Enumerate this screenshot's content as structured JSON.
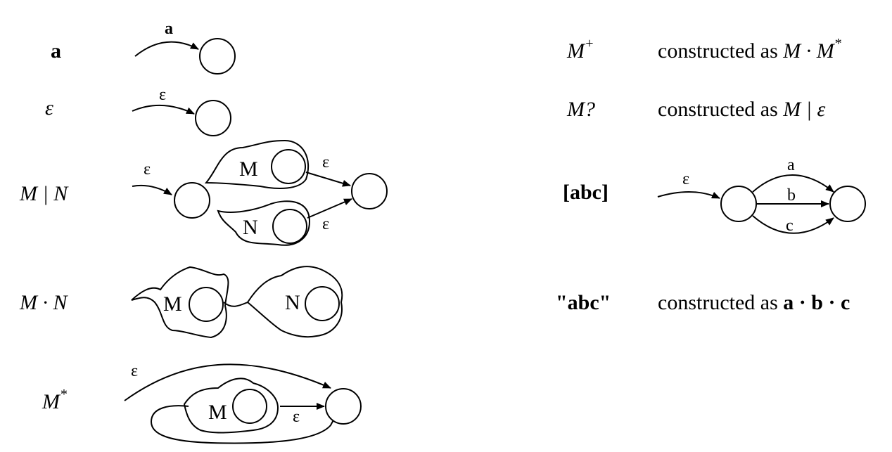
{
  "left_rows": [
    {
      "expr": "a",
      "edge_label": "a"
    },
    {
      "expr": "ε",
      "edge_label": "ε"
    },
    {
      "expr": "M | N",
      "edge_label": "ε",
      "top_label": "M",
      "bottom_label": "N",
      "out_top": "ε",
      "out_bottom": "ε"
    },
    {
      "expr": "M · N",
      "first_label": "M",
      "second_label": "N"
    },
    {
      "expr": "M",
      "expr_sup": "*",
      "loop_label": "ε",
      "inner_label": "M",
      "inner_edge": "ε"
    }
  ],
  "right_rows": [
    {
      "expr": "M",
      "expr_sup": "+",
      "text": "constructed as",
      "formula": "M · M",
      "formula_sup": "*"
    },
    {
      "expr": "M?",
      "text": "constructed as",
      "formula": "M | ε"
    },
    {
      "expr": "[abc]",
      "in_label": "ε",
      "labels": [
        "a",
        "b",
        "c"
      ]
    },
    {
      "expr": "\"abc\"",
      "text": "constructed as",
      "formula": "a · b · c"
    }
  ]
}
